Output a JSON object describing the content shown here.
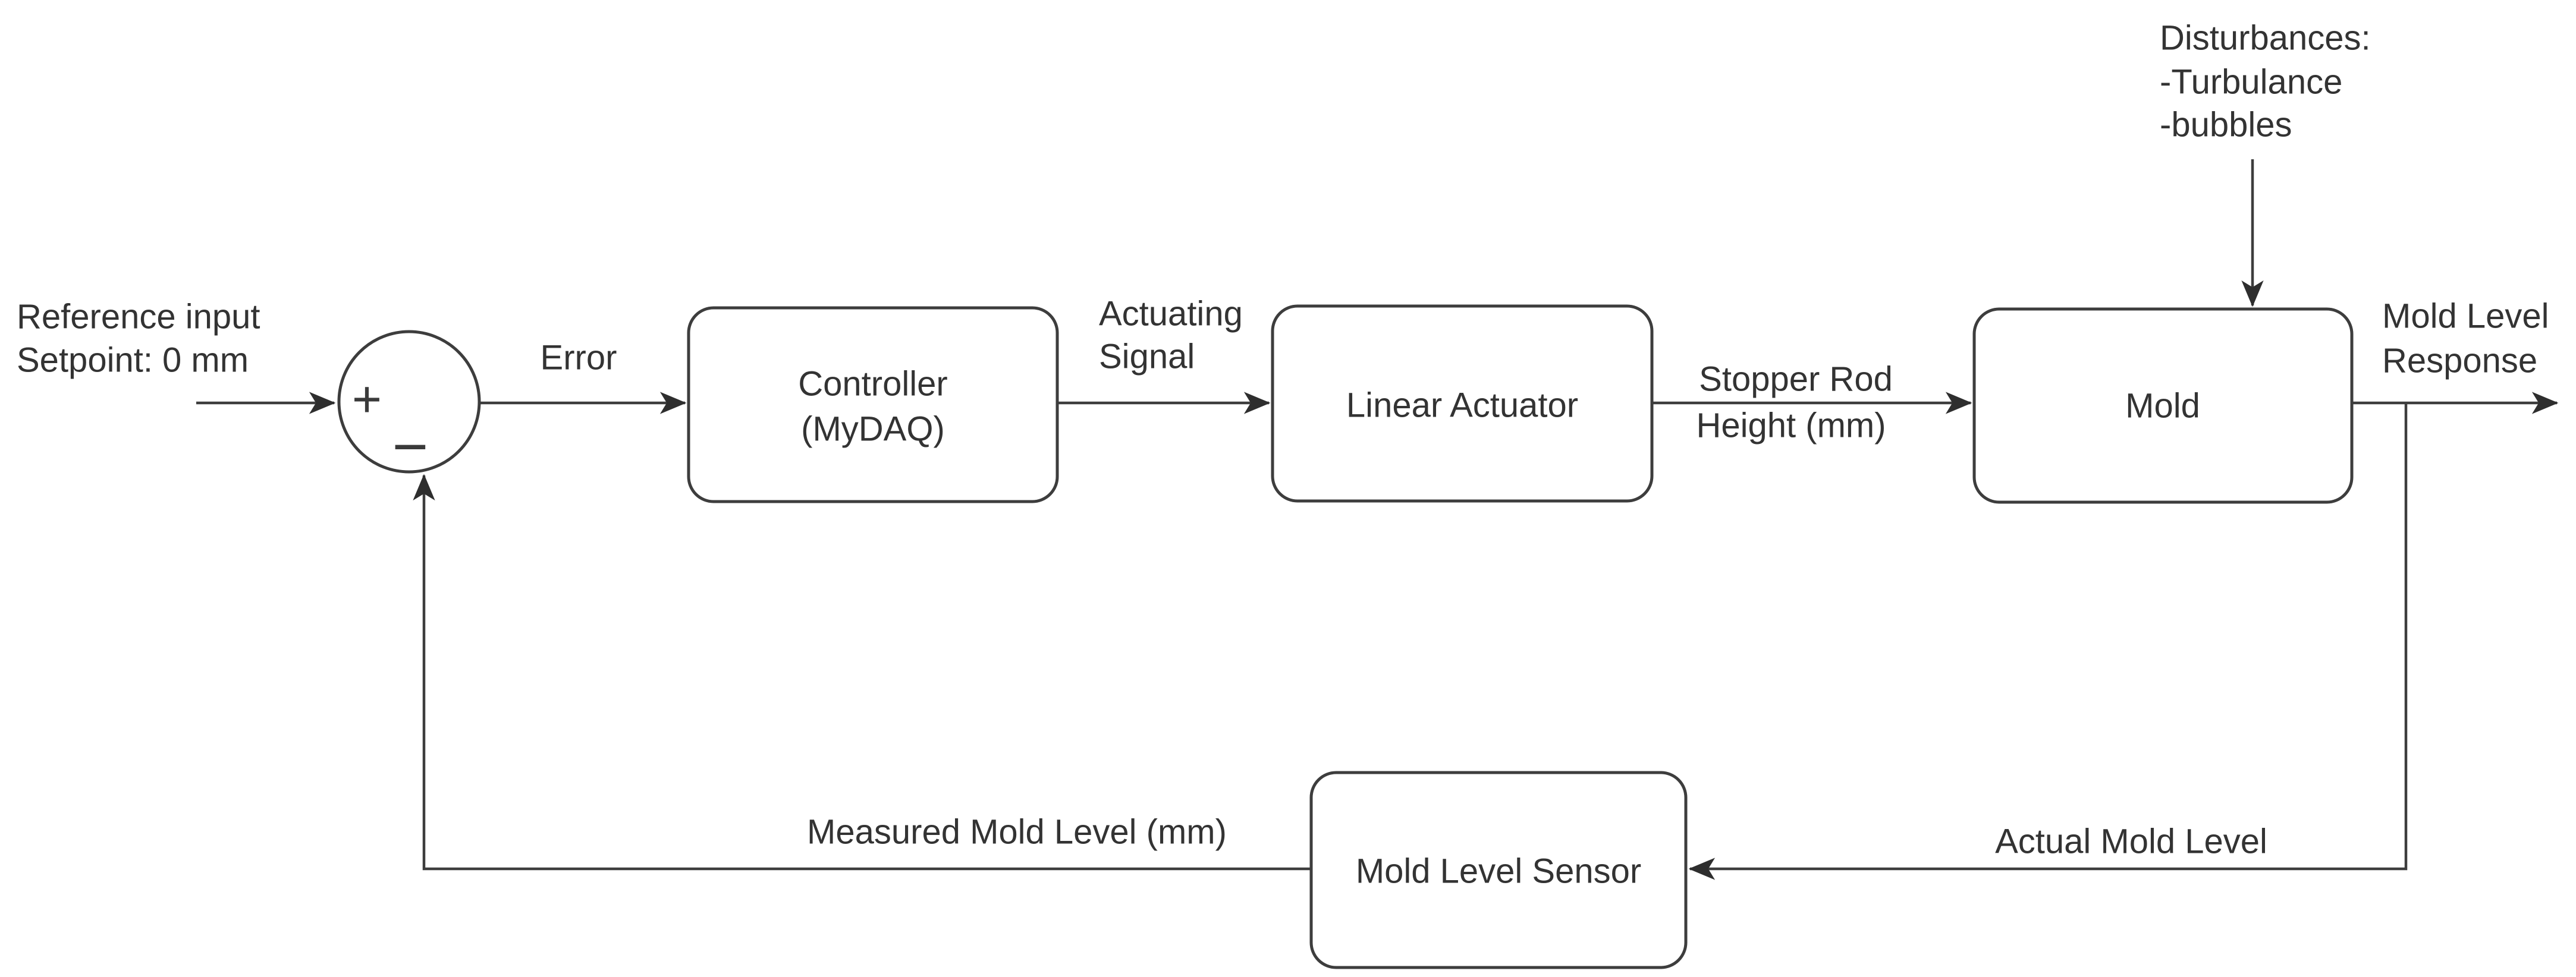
{
  "colors": {
    "background": "#ffffff",
    "line": "#3d3d3d",
    "arrowhead": "#2e2e2e",
    "text": "#333333"
  },
  "summing_junction": {
    "plus": "+",
    "minus": "−"
  },
  "blocks": {
    "controller": {
      "line1": "Controller",
      "line2": "(MyDAQ)"
    },
    "linear_actuator": {
      "label": "Linear Actuator"
    },
    "mold": {
      "label": "Mold"
    },
    "sensor": {
      "label": "Mold Level Sensor"
    }
  },
  "labels": {
    "reference": {
      "line1": "Reference input",
      "line2": "Setpoint: 0 mm"
    },
    "error": "Error",
    "actuating": {
      "line1": "Actuating",
      "line2": "Signal"
    },
    "stopper": {
      "line1": "Stopper Rod",
      "line2": "Height (mm)"
    },
    "disturbances": {
      "line1": "Disturbances:",
      "line2": "-Turbulance",
      "line3": "-bubbles"
    },
    "response": {
      "line1": "Mold Level",
      "line2": "Response"
    },
    "measured": "Measured Mold Level (mm)",
    "actual": "Actual Mold Level"
  }
}
